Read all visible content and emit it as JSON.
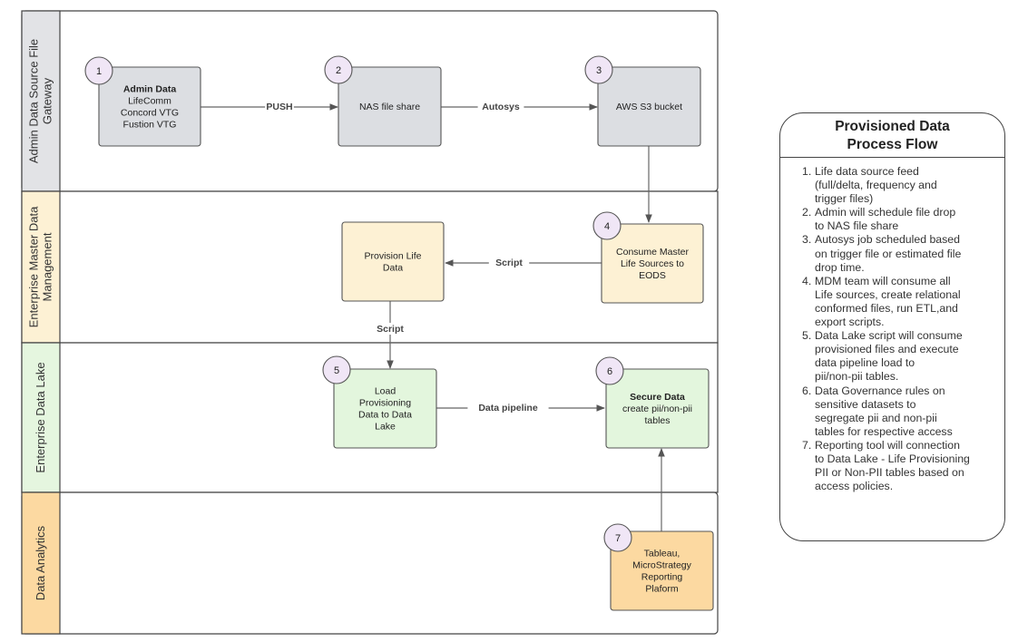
{
  "lanes": [
    {
      "id": "gateway",
      "title_lines": [
        "Admin Data Source File",
        "Gateway"
      ],
      "color": "#e2e3e6"
    },
    {
      "id": "mdm",
      "title_lines": [
        "Enterprise Master Data",
        "Management"
      ],
      "color": "#fdf1d4"
    },
    {
      "id": "lake",
      "title_lines": [
        "Enterprise Data Lake"
      ],
      "color": "#e5f6df"
    },
    {
      "id": "analytics",
      "title_lines": [
        "Data Analytics"
      ],
      "color": "#fcd9a1"
    }
  ],
  "nodes": [
    {
      "id": "admin",
      "badge": "1",
      "lines": [
        {
          "text": "Admin Data",
          "bold": true
        },
        {
          "text": "LifeComm"
        },
        {
          "text": "Concord VTG"
        },
        {
          "text": "Fustion VTG"
        }
      ],
      "fill": "#dcdee2"
    },
    {
      "id": "nas",
      "badge": "2",
      "lines": [
        {
          "text": "NAS file share"
        }
      ],
      "fill": "#dcdee2"
    },
    {
      "id": "s3",
      "badge": "3",
      "lines": [
        {
          "text": "AWS S3 bucket"
        }
      ],
      "fill": "#dcdee2"
    },
    {
      "id": "consume",
      "badge": "4",
      "lines": [
        {
          "text": "Consume Master"
        },
        {
          "text": "Life Sources to"
        },
        {
          "text": "EODS"
        }
      ],
      "fill": "#fdf1d4"
    },
    {
      "id": "provision",
      "badge": "",
      "lines": [
        {
          "text": "Provision Life"
        },
        {
          "text": "Data"
        }
      ],
      "fill": "#fdf1d4"
    },
    {
      "id": "load",
      "badge": "5",
      "lines": [
        {
          "text": "Load"
        },
        {
          "text": "Provisioning"
        },
        {
          "text": "Data to Data"
        },
        {
          "text": "Lake"
        }
      ],
      "fill": "#e3f6dd"
    },
    {
      "id": "secure",
      "badge": "6",
      "lines": [
        {
          "text": "Secure Data",
          "bold": true
        },
        {
          "text": "create pii/non-pii"
        },
        {
          "text": "tables"
        }
      ],
      "fill": "#e3f6dd"
    },
    {
      "id": "tableau",
      "badge": "7",
      "lines": [
        {
          "text": "Tableau,"
        },
        {
          "text": "MicroStrategy"
        },
        {
          "text": "Reporting"
        },
        {
          "text": "Plaform"
        }
      ],
      "fill": "#fcd9a1"
    }
  ],
  "edges": [
    {
      "id": "admin-nas",
      "label": "PUSH"
    },
    {
      "id": "nas-s3",
      "label": "Autosys"
    },
    {
      "id": "s3-consume",
      "label": ""
    },
    {
      "id": "consume-provision",
      "label": "Script"
    },
    {
      "id": "provision-load",
      "label": "Script"
    },
    {
      "id": "load-secure",
      "label": "Data pipeline"
    },
    {
      "id": "tableau-secure",
      "label": ""
    }
  ],
  "legend": {
    "title": "Provisioned Data Process Flow",
    "items": [
      {
        "num": "1.",
        "text": " Life data source feed\n(full/delta, frequency and\ntrigger files)"
      },
      {
        "num": "2.",
        "text": "Admin will schedule file drop\nto NAS file share"
      },
      {
        "num": "3.",
        "text": "Autosys job scheduled based\non trigger file or estimated file\ndrop time."
      },
      {
        "num": "4.",
        "text": "MDM team will consume all\nLife sources, create relational\nconformed files, run ETL,and\nexport scripts."
      },
      {
        "num": "5.",
        "text": "Data Lake script will consume\nprovisioned files and execute\ndata pipeline  load to\npii/non-pii tables."
      },
      {
        "num": "6.",
        "text": "Data Governance rules on\nsensitive datasets to\nsegregate pii and non-pii\ntables for respective access"
      },
      {
        "num": "7.",
        "text": "Reporting tool will connection\nto Data Lake - Life Provisioning\nPII or Non-PII tables based on\naccess policies."
      }
    ]
  }
}
